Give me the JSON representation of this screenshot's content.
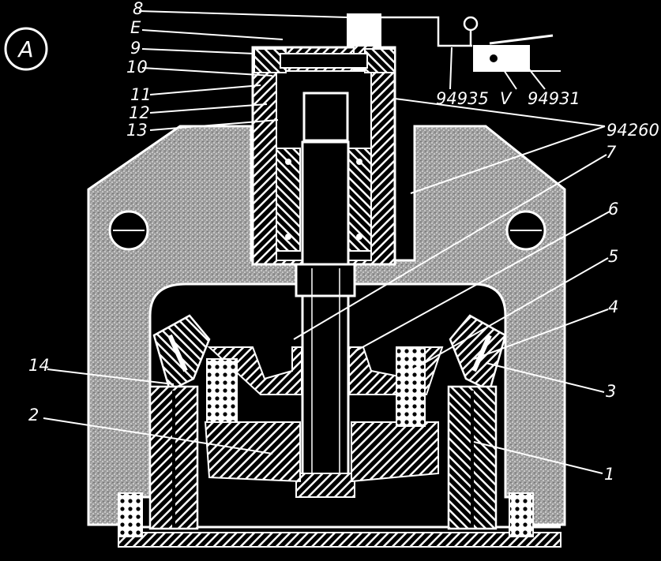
{
  "figure": {
    "view_label": "A",
    "part_labels": {
      "p1": "1",
      "p2": "2",
      "p3": "3",
      "p4": "4",
      "p5": "5",
      "p6": "6",
      "p7": "7",
      "p8": "8",
      "p9": "9",
      "p10": "10",
      "p11": "11",
      "p12": "12",
      "p13": "13",
      "p14": "14",
      "pE": "E",
      "pV": "V",
      "ref_94935": "94935",
      "ref_94931": "94931",
      "ref_94260": "94260"
    },
    "colors": {
      "background": "#000000",
      "line": "#ffffff",
      "housing_fill": "#bdbdbd",
      "hatch": "#ffffff"
    }
  }
}
